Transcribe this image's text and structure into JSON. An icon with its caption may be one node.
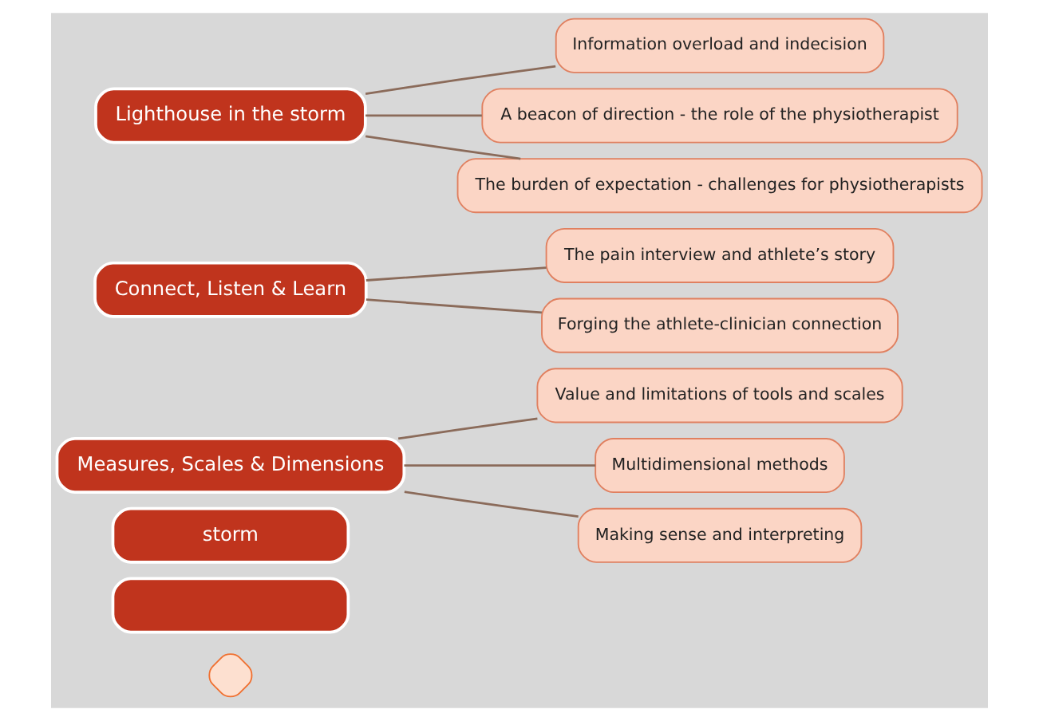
{
  "diagram": {
    "nodes": [
      {
        "text": [],
        "shape": "diamond"
      },
      {
        "text": [],
        "shape": "box"
      },
      {
        "text": [
          "storm"
        ]
      },
      {
        "text": [
          "Measures, Scales & Dimensions"
        ]
      },
      {
        "text": [
          "Value and limitations of tools and scales"
        ]
      },
      {
        "text": [
          "Multidimensional methods"
        ]
      },
      {
        "text": [
          "Making sense and interpreting"
        ]
      },
      {
        "text": [
          "Connect, Listen & Learn"
        ]
      },
      {
        "text": [
          "The pain interview and athlete’s story"
        ]
      },
      {
        "text": [
          "Forging the athlete-clinician connection"
        ]
      },
      {
        "text": [
          "Lighthouse in the storm"
        ]
      },
      {
        "text": [
          "Information overload and indecision"
        ]
      },
      {
        "text": [
          "A beacon of direction - the role of the physiotherapist"
        ]
      },
      {
        "text": [
          "The burden of expectation - challenges for physiotherapists"
        ]
      }
    ],
    "edges": [
      {
        "from": 3,
        "to": 4,
        "arrow": "none"
      },
      {
        "from": 3,
        "to": 5,
        "arrow": "none"
      },
      {
        "from": 3,
        "to": 6,
        "arrow": "none"
      },
      {
        "from": 7,
        "to": 8,
        "arrow": "none"
      },
      {
        "from": 7,
        "to": 9,
        "arrow": "none"
      },
      {
        "from": 10,
        "to": 11,
        "arrow": "none"
      },
      {
        "from": 10,
        "to": 12,
        "arrow": "none"
      },
      {
        "from": 10,
        "to": 13,
        "arrow": "none"
      }
    ]
  }
}
